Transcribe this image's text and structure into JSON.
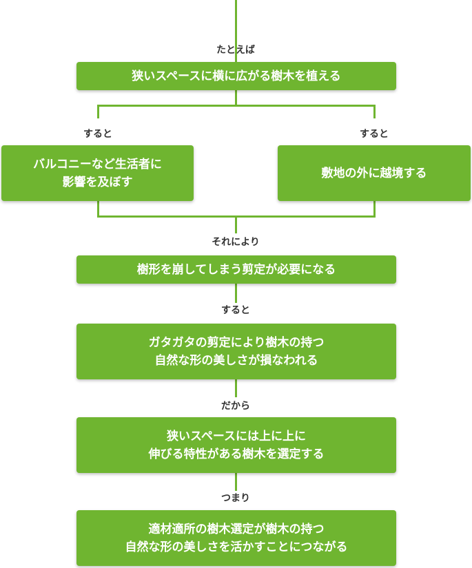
{
  "colors": {
    "accent": "#6fb530",
    "label": "#333333",
    "box_text": "#ffffff"
  },
  "connectors": {
    "c1": "たとえば",
    "c2_left": "すると",
    "c2_right": "すると",
    "c3": "それにより",
    "c4": "すると",
    "c5": "だから",
    "c6": "つまり"
  },
  "boxes": {
    "b1": {
      "line1": "狭いスペースに横に広がる樹木を植える"
    },
    "b2_left": {
      "line1": "バルコニーなど生活者に",
      "line2": "影響を及ぼす"
    },
    "b2_right": {
      "line1": "敷地の外に越境する"
    },
    "b3": {
      "line1": "樹形を崩してしまう剪定が必要になる"
    },
    "b4": {
      "line1": "ガタガタの剪定により樹木の持つ",
      "line2": "自然な形の美しさが損なわれる"
    },
    "b5": {
      "line1": "狭いスペースには上に上に",
      "line2": "伸びる特性がある樹木を選定する"
    },
    "b6": {
      "line1": "適材適所の樹木選定が樹木の持つ",
      "line2": "自然な形の美しさを活かすことにつながる"
    }
  }
}
